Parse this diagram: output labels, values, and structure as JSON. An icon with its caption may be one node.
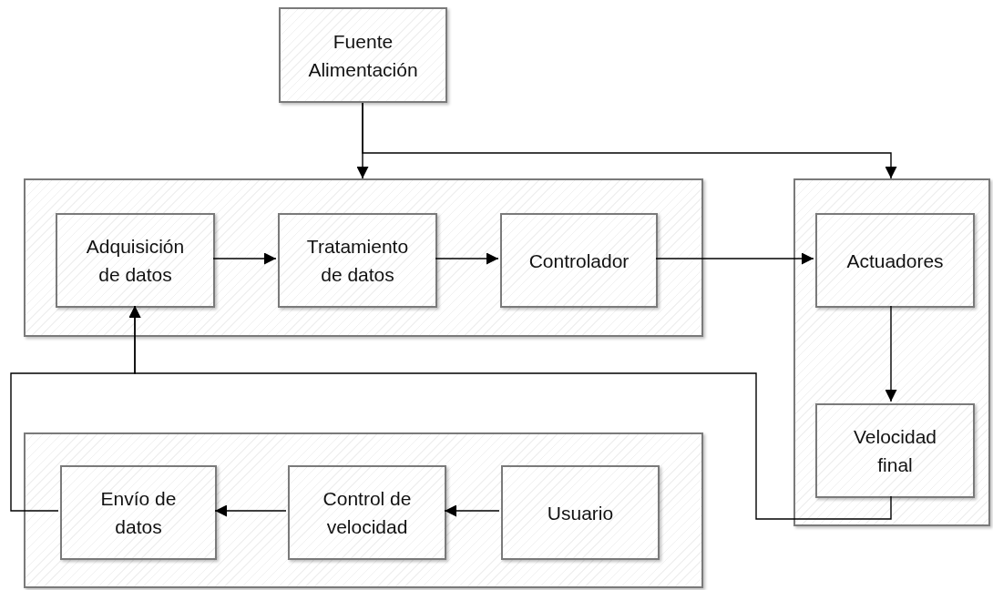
{
  "diagram": {
    "nodes": [
      {
        "text": [
          "Fuente Alimentación"
        ]
      },
      {
        "text": [],
        "shape": "box"
      },
      {
        "text": [
          "Adquisición de datos"
        ],
        "in": 1
      },
      {
        "text": [
          "Tratamiento de datos"
        ],
        "in": 1
      },
      {
        "text": [
          "Controlador"
        ],
        "in": 1
      },
      {
        "text": [],
        "shape": "box"
      },
      {
        "text": [
          "Actuadores"
        ],
        "in": 5
      },
      {
        "text": [
          "Velocidad final"
        ],
        "in": 5
      },
      {
        "text": [],
        "shape": "box"
      },
      {
        "text": [
          "Envío de datos"
        ],
        "in": 8
      },
      {
        "text": [
          "Control de velocidad"
        ],
        "in": 8
      },
      {
        "text": [
          "Usuario"
        ],
        "in": 8
      }
    ],
    "edges": [
      {
        "from": 0,
        "to": 1,
        "arrow": "to"
      },
      {
        "from": 0,
        "to": 5,
        "arrow": "to"
      },
      {
        "from": 2,
        "to": 3,
        "arrow": "to"
      },
      {
        "from": 3,
        "to": 4,
        "arrow": "to"
      },
      {
        "from": 4,
        "to": 6,
        "arrow": "to"
      },
      {
        "from": 6,
        "to": 7,
        "arrow": "to"
      },
      {
        "from": 7,
        "to": 2,
        "arrow": "to"
      },
      {
        "from": 11,
        "to": 10,
        "arrow": "to"
      },
      {
        "from": 10,
        "to": 9,
        "arrow": "to"
      },
      {
        "from": 9,
        "to": 2,
        "arrow": "to"
      }
    ]
  }
}
